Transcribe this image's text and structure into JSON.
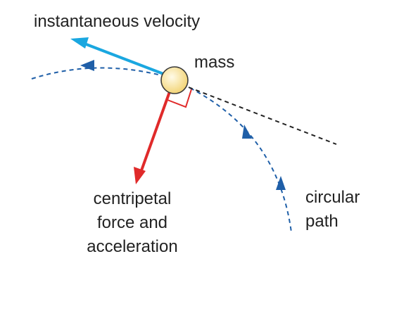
{
  "labels": {
    "velocity": "instantaneous velocity",
    "mass": "mass",
    "force_line1": "centripetal",
    "force_line2": "force and",
    "force_line3": "acceleration",
    "path_line1": "circular",
    "path_line2": "path"
  },
  "colors": {
    "velocity_arrow": "#1aa7e0",
    "force_arrow": "#e02a2a",
    "circular_path": "#1f5fa8",
    "tangent_extension": "#222222",
    "right_angle_marker": "#e02a2a",
    "mass_fill": "#f6dc8a",
    "mass_stroke": "#3a3a3a"
  }
}
